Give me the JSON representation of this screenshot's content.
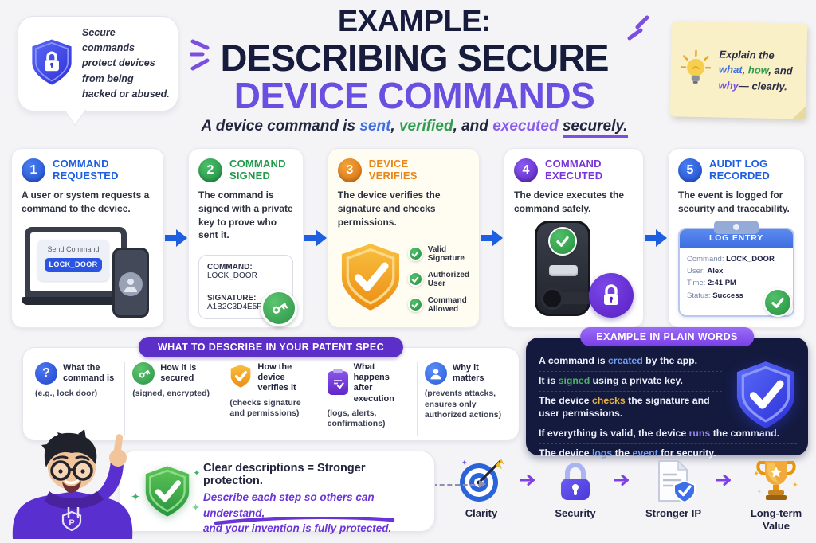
{
  "colors": {
    "background": "#f4f4f6",
    "title_navy": "#171c3c",
    "accent_purple": "#6a4fe0",
    "pill_purple": "#5b2fc8",
    "panel_navy": "#141a3e",
    "note_yellow": "#faf0c8",
    "step_blue": "#1d5fe0",
    "step_green": "#1e9b49",
    "step_orange": "#e8861a",
    "step_purple": "#7a35d8",
    "highlight_blue": "#6f9ef8",
    "highlight_green": "#4db36a",
    "highlight_orange": "#e8b23f",
    "highlight_purple": "#9b82f8"
  },
  "header": {
    "bubble": {
      "icon": "shield-lock-icon",
      "text": "Secure commands protect devices from being hacked or abused."
    },
    "title1": "EXAMPLE:",
    "title2": "DESCRIBING SECURE",
    "title3": "DEVICE COMMANDS",
    "sub": {
      "p1": "A device command is ",
      "sent": "sent",
      "c1": ", ",
      "verified": "verified",
      "c2": ", and ",
      "executed": "executed",
      "c3": " ",
      "securely": "securely."
    },
    "note": {
      "icon": "lightbulb-icon",
      "p1": "Explain the ",
      "what": "what",
      "c1": ", ",
      "how": "how",
      "c2": ", and ",
      "why": "why",
      "c3": "— ",
      "p2": "clearly."
    }
  },
  "steps": [
    {
      "num": "1",
      "title1": "COMMAND",
      "title2": "REQUESTED",
      "body": "A user or system requests a command to the device.",
      "screen_label": "Send Command",
      "button": "LOCK_DOOR"
    },
    {
      "num": "2",
      "title1": "COMMAND",
      "title2": "SIGNED",
      "body": "The command is signed with a private key to prove who sent it.",
      "card": {
        "command_label": "COMMAND:",
        "command_value": " LOCK_DOOR",
        "signature_label": "SIGNATURE:",
        "signature_value": "A1B2C3D4E5F6..."
      }
    },
    {
      "num": "3",
      "title1": "DEVICE",
      "title2": "VERIFIES",
      "body": "The device verifies the signature and checks permissions.",
      "checks": [
        "Valid Signature",
        "Authorized User",
        "Command Allowed"
      ]
    },
    {
      "num": "4",
      "title1": "COMMAND",
      "title2": "EXECUTED",
      "body": "The device executes the command safely."
    },
    {
      "num": "5",
      "title1": "AUDIT LOG",
      "title2": "RECORDED",
      "body": "The event is logged for security and traceability.",
      "log": {
        "header": "LOG ENTRY",
        "lines": [
          {
            "label": "Command: ",
            "value": "LOCK_DOOR"
          },
          {
            "label": "User: ",
            "value": "Alex"
          },
          {
            "label": "Time: ",
            "value": "2:41 PM"
          },
          {
            "label": "Status: ",
            "value": "Success"
          }
        ]
      }
    }
  ],
  "spec": {
    "pill": "WHAT TO DESCRIBE IN YOUR PATENT SPEC",
    "items": [
      {
        "icon": "question-icon",
        "title": "What the command is",
        "sub": "(e.g., lock door)"
      },
      {
        "icon": "key-icon",
        "title": "How it is secured",
        "sub": "(signed, encrypted)"
      },
      {
        "icon": "shield-check-icon",
        "title": "How the device verifies it",
        "sub": "(checks signature and permissions)"
      },
      {
        "icon": "clipboard-check-icon",
        "title": "What happens after execution",
        "sub": "(logs, alerts, confirmations)"
      },
      {
        "icon": "user-icon",
        "title": "Why it matters",
        "sub": "(prevents attacks, ensures only authorized actions)"
      }
    ]
  },
  "plain": {
    "pill": "EXAMPLE IN PLAIN WORDS",
    "lines": [
      {
        "pre": "A command is ",
        "hl": "created",
        "post": " by the app."
      },
      {
        "pre": "It is ",
        "hl": "signed",
        "post": " using a private key."
      },
      {
        "pre": "The device ",
        "hl": "checks",
        "post": " the signature and user permissions."
      },
      {
        "pre": "If everything is valid, the device ",
        "hl": "runs",
        "post": " the command."
      },
      {
        "pre": "The device ",
        "hl": "logs",
        "mid": " the ",
        "hl2": "event",
        "post": " for security."
      }
    ]
  },
  "bottom": {
    "mascot_badge": "P",
    "tip": {
      "line1": "Clear descriptions = Stronger protection.",
      "line2": "Describe each step so others can understand,",
      "line3": "and your invention is fully protected."
    },
    "outcomes": [
      {
        "icon": "target-icon",
        "label": "Clarity"
      },
      {
        "icon": "padlock-icon",
        "label": "Security"
      },
      {
        "icon": "document-shield-icon",
        "label": "Stronger IP"
      },
      {
        "icon": "trophy-icon",
        "label": "Long-term Value"
      }
    ]
  }
}
